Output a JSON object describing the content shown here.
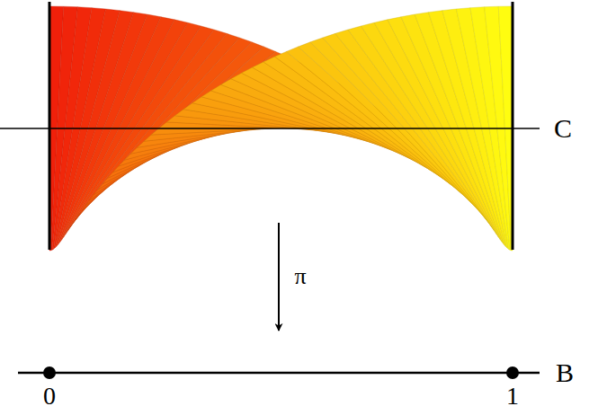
{
  "diagram": {
    "labels": [
      "C",
      "π",
      "B",
      "0",
      "1"
    ]
  }
}
